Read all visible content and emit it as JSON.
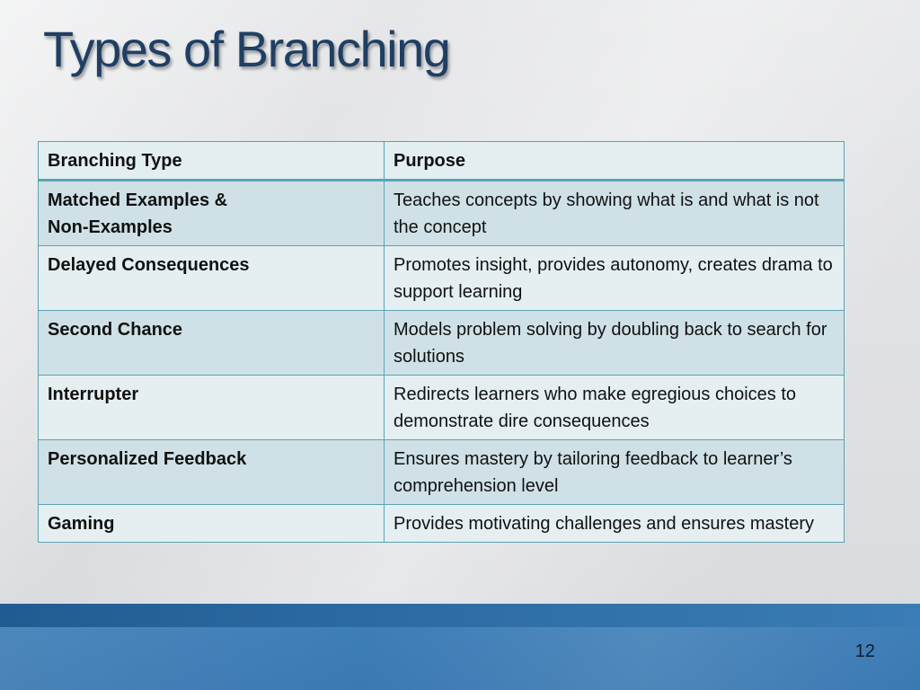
{
  "slide": {
    "title": "Types of Branching",
    "page_number": "12"
  },
  "table": {
    "headers": [
      "Branching Type",
      "Purpose"
    ],
    "rows": [
      {
        "type_line1": "Matched Examples &",
        "type_line2": "Non-Examples",
        "purpose": "Teaches concepts by showing what is and what is not the concept"
      },
      {
        "type_line1": "Delayed Consequences",
        "type_line2": "",
        "purpose": "Promotes insight, provides autonomy, creates drama to support learning"
      },
      {
        "type_line1": "Second Chance",
        "type_line2": "",
        "purpose": "Models problem solving by doubling back to search for solutions"
      },
      {
        "type_line1": "Interrupter",
        "type_line2": "",
        "purpose": "Redirects learners who make egregious choices to demonstrate dire consequences"
      },
      {
        "type_line1": "Personalized Feedback",
        "type_line2": "",
        "purpose": "Ensures mastery by tailoring feedback to learner’s comprehension level"
      },
      {
        "type_line1": "Gaming",
        "type_line2": "",
        "purpose": "Provides motivating challenges and ensures mastery"
      }
    ]
  },
  "colors": {
    "title": "#1f3f63",
    "table_border": "#5aa4b4",
    "row_odd": "#cfe1e6",
    "row_even": "#e5eff2",
    "footer_band": "#3a79b2"
  }
}
